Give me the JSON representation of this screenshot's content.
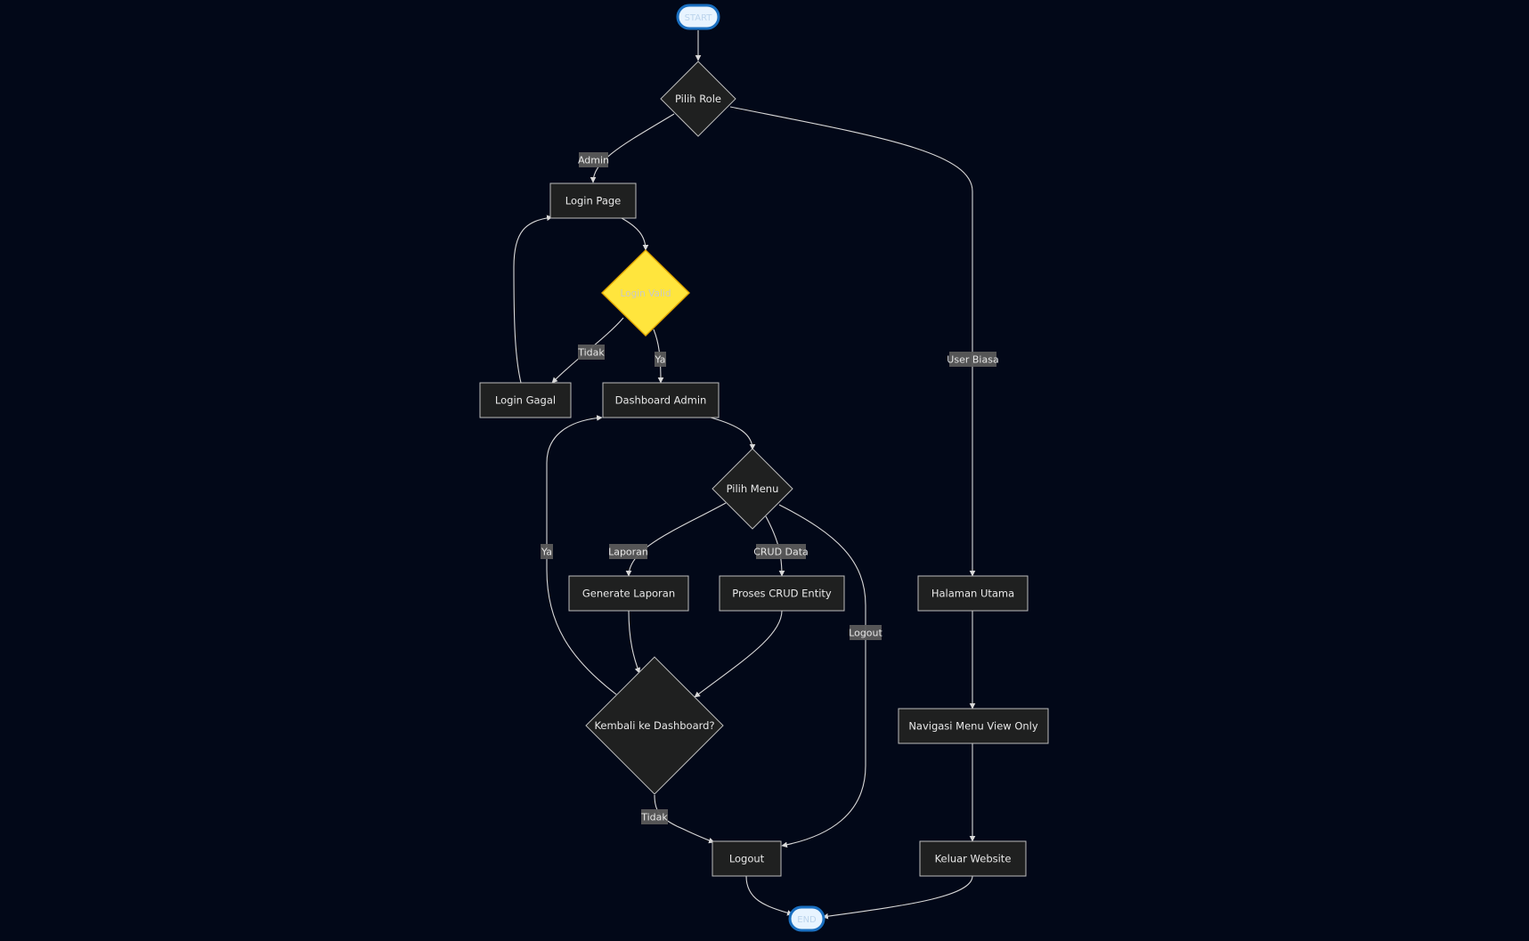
{
  "diagram": {
    "nodes": {
      "start": "START",
      "pilih_role": "Pilih Role",
      "login_page": "Login Page",
      "login_valid": "Login Valid",
      "login_gagal": "Login Gagal",
      "dashboard_admin": "Dashboard Admin",
      "pilih_menu": "Pilih Menu",
      "generate_laporan": "Generate Laporan",
      "proses_crud": "Proses CRUD Entity",
      "kembali_dashboard": "Kembali ke Dashboard?",
      "logout": "Logout",
      "halaman_utama": "Halaman Utama",
      "navigasi_menu": "Navigasi Menu View Only",
      "keluar_website": "Keluar Website",
      "end": "END"
    },
    "edge_labels": {
      "admin": "Admin",
      "user_biasa": "User Biasa",
      "tidak_login": "Tidak",
      "ya_login": "Ya",
      "laporan": "Laporan",
      "crud_data": "CRUD Data",
      "logout_menu": "Logout",
      "ya_kembali": "Ya",
      "tidak_kembali": "Tidak"
    },
    "colors": {
      "background": "#020818",
      "node_fill": "#1f2020",
      "highlight": "#ffe53d",
      "terminal_stroke": "#1a6fc0"
    }
  }
}
